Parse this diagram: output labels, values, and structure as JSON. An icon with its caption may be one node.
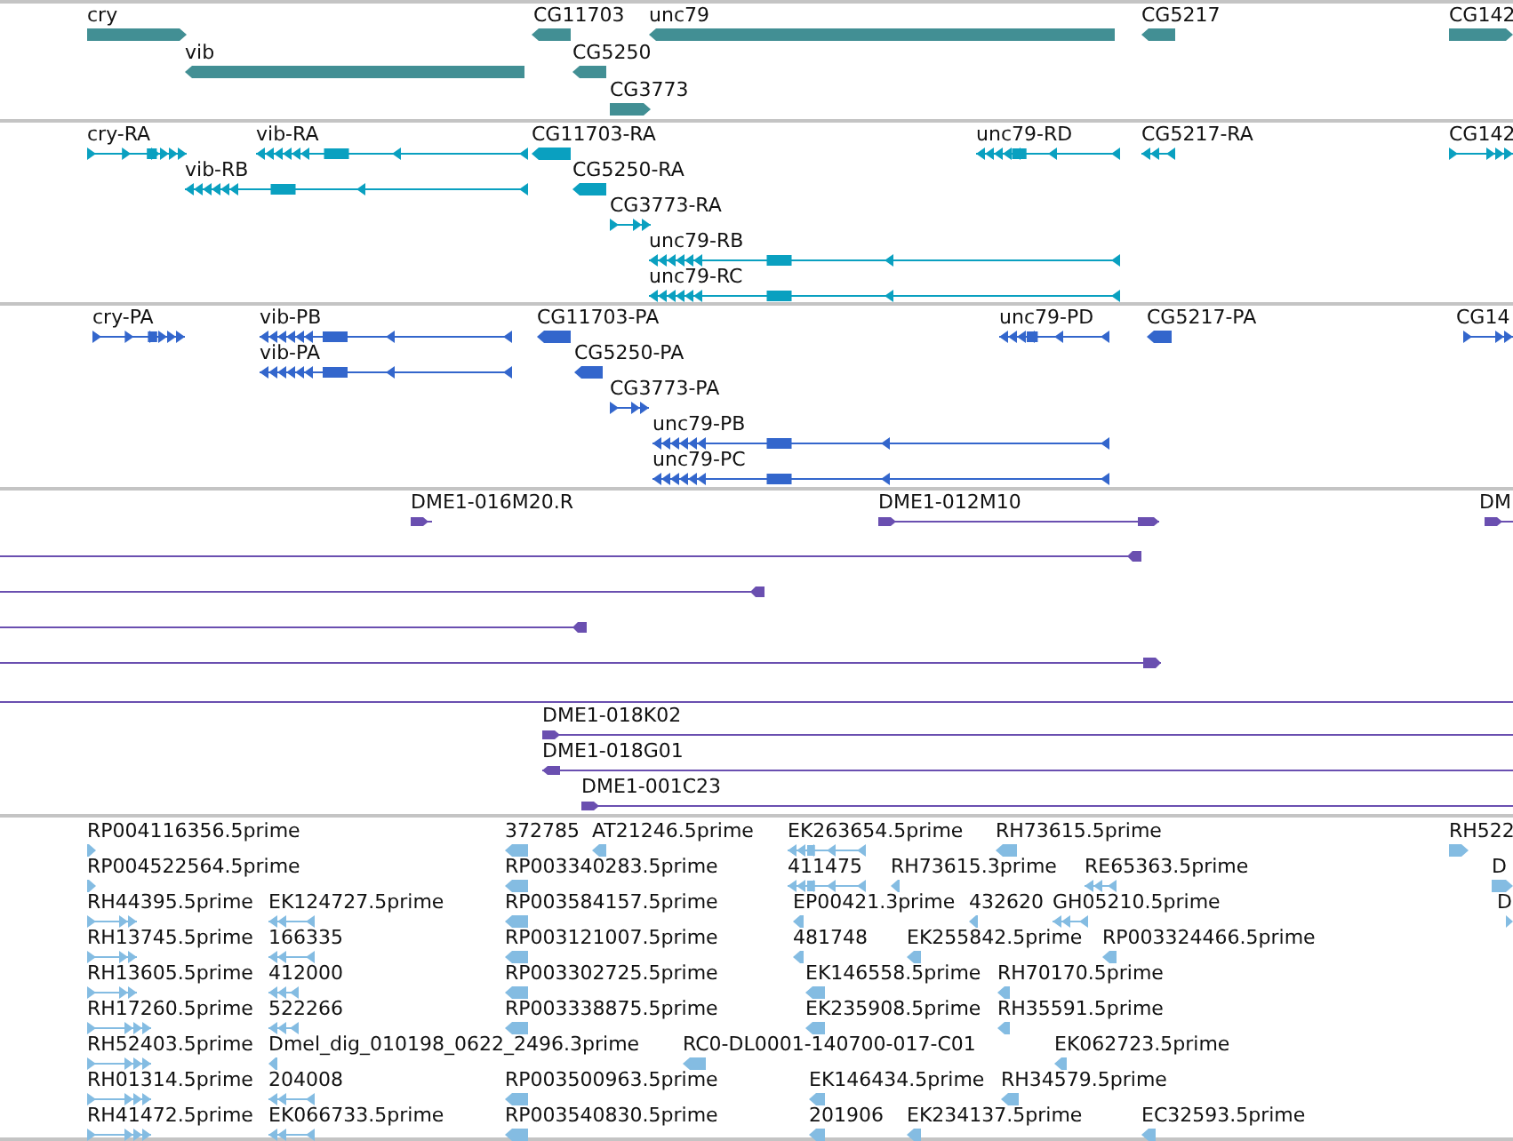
{
  "diagram": {
    "nodes": [
      {
        "text": [
          "cry"
        ]
      },
      {
        "text": [
          "CG11703"
        ]
      },
      {
        "text": [
          "unc79"
        ]
      },
      {
        "text": [
          "CG5217"
        ]
      },
      {
        "text": [
          "CG142"
        ]
      },
      {
        "text": [
          "vib"
        ]
      },
      {
        "text": [
          "CG5250"
        ]
      },
      {
        "text": [
          "CG3773"
        ]
      },
      {
        "text": [
          "cry-RA"
        ]
      },
      {
        "text": [
          "vib-RA"
        ]
      },
      {
        "text": [
          "CG11703-RA"
        ]
      },
      {
        "text": [
          "unc79-RD"
        ]
      },
      {
        "text": [
          "CG5217-RA"
        ]
      },
      {
        "text": [
          "CG142"
        ]
      },
      {
        "text": [
          "vib-RB"
        ]
      },
      {
        "text": [
          "CG5250-RA"
        ]
      },
      {
        "text": [
          "CG3773-RA"
        ]
      },
      {
        "text": [
          "unc79-RB"
        ]
      },
      {
        "text": [
          "unc79-RC"
        ]
      },
      {
        "text": [
          "cry-PA"
        ]
      },
      {
        "text": [
          "vib-PB"
        ]
      },
      {
        "text": [
          "CG11703-PA"
        ]
      },
      {
        "text": [
          "unc79-PD"
        ]
      },
      {
        "text": [
          "CG5217-PA"
        ]
      },
      {
        "text": [
          "CG14"
        ]
      },
      {
        "text": [
          "vib-PA"
        ]
      },
      {
        "text": [
          "CG5250-PA"
        ]
      },
      {
        "text": [
          "CG3773-PA"
        ]
      },
      {
        "text": [
          "unc79-PB"
        ]
      },
      {
        "text": [
          "unc79-PC"
        ]
      },
      {
        "text": [
          "DME1-016M20.R"
        ]
      },
      {
        "text": [
          "DME1-012M10"
        ]
      },
      {
        "text": [
          "DM"
        ]
      },
      {
        "text": [
          "DME1-018K02"
        ]
      },
      {
        "text": [
          "DME1-018G01"
        ]
      },
      {
        "text": [
          "DME1-001C23"
        ]
      },
      {
        "text": [
          "RP004116356.5prime"
        ]
      },
      {
        "text": [
          "372785"
        ]
      },
      {
        "text": [
          "AT21246.5prime"
        ]
      },
      {
        "text": [
          "EK263654.5prime"
        ]
      },
      {
        "text": [
          "RH73615.5prime"
        ]
      },
      {
        "text": [
          "RH522"
        ]
      },
      {
        "text": [
          "RP004522564.5prime"
        ]
      },
      {
        "text": [
          "RP003340283.5prime"
        ]
      },
      {
        "text": [
          "411475"
        ]
      },
      {
        "text": [
          "RH73615.3prime"
        ]
      },
      {
        "text": [
          "RE65363.5prime"
        ]
      },
      {
        "text": [
          "D"
        ]
      },
      {
        "text": [
          "RH44395.5prime"
        ]
      },
      {
        "text": [
          "EK124727.5prime"
        ]
      },
      {
        "text": [
          "RP003584157.5prime"
        ]
      },
      {
        "text": [
          "EP00421.3prime"
        ]
      },
      {
        "text": [
          "432620"
        ]
      },
      {
        "text": [
          "GH05210.5prime"
        ]
      },
      {
        "text": [
          "D"
        ]
      },
      {
        "text": [
          "RH13745.5prime"
        ]
      },
      {
        "text": [
          "166335"
        ]
      },
      {
        "text": [
          "RP003121007.5prime"
        ]
      },
      {
        "text": [
          "481748"
        ]
      },
      {
        "text": [
          "EK255842.5prime"
        ]
      },
      {
        "text": [
          "RP003324466.5prime"
        ]
      },
      {
        "text": [
          "RH13605.5prime"
        ]
      },
      {
        "text": [
          "412000"
        ]
      },
      {
        "text": [
          "RP003302725.5prime"
        ]
      },
      {
        "text": [
          "EK146558.5prime"
        ]
      },
      {
        "text": [
          "RH70170.5prime"
        ]
      },
      {
        "text": [
          "RH17260.5prime"
        ]
      },
      {
        "text": [
          "522266"
        ]
      },
      {
        "text": [
          "RP003338875.5prime"
        ]
      },
      {
        "text": [
          "EK235908.5prime"
        ]
      },
      {
        "text": [
          "RH35591.5prime"
        ]
      },
      {
        "text": [
          "RH52403.5prime"
        ]
      },
      {
        "text": [
          "Dmel_dig_010198_0622_2496.3prime"
        ]
      },
      {
        "text": [
          "RC0-DL0001-140700-017-C01"
        ]
      },
      {
        "text": [
          "EK062723.5prime"
        ]
      },
      {
        "text": [
          "RH01314.5prime"
        ]
      },
      {
        "text": [
          "204008"
        ]
      },
      {
        "text": [
          "RP003500963.5prime"
        ]
      },
      {
        "text": [
          "EK146434.5prime"
        ]
      },
      {
        "text": [
          "RH34579.5prime"
        ]
      },
      {
        "text": [
          "RH41472.5prime"
        ]
      },
      {
        "text": [
          "EK066733.5prime"
        ]
      },
      {
        "text": [
          "RP003540830.5prime"
        ]
      },
      {
        "text": [
          "201906"
        ]
      },
      {
        "text": [
          "EK234137.5prime"
        ]
      },
      {
        "text": [
          "EC32593.5prime"
        ]
      }
    ]
  }
}
